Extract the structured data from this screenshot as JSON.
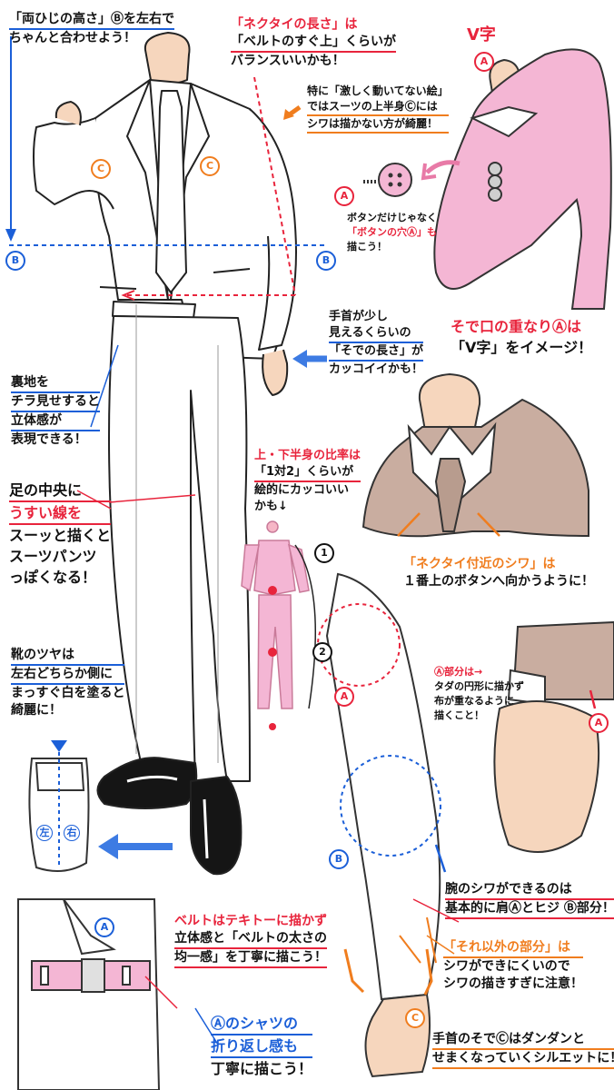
{
  "notes": {
    "elbow_height": {
      "l1": "「両ひじの高さ」Ⓑを左右で",
      "l2": "ちゃんと合わせよう！"
    },
    "tie_length": {
      "l1": "「ネクタイの長さ」は",
      "l2": "「ベルトのすぐ上」くらいが",
      "l3": "バランスいいかも！"
    },
    "v_shape_title": "V字",
    "calm_pose": {
      "l1": "特に「激しく動いてない絵」",
      "l2": "ではスーツの上半身Ⓒには",
      "l3": "シワは描かない方が綺麗！"
    },
    "button_hole": {
      "l1": "ボタンだけじゃなく",
      "l2": "「ボタンの穴Ⓐ」も",
      "l3": "描こう！"
    },
    "sleeve_length": {
      "l1": "手首が少し",
      "l2": "見えるくらいの",
      "l3": "「そでの長さ」が",
      "l4": "カッコイイかも！"
    },
    "cuff_overlap": {
      "l1": "そで口の重なりⒶは",
      "l2": "「V字」をイメージ！"
    },
    "lining": {
      "l1": "裏地を",
      "l2": "チラ見せすると",
      "l3": "立体感が",
      "l4": "表現できる！"
    },
    "ratio": {
      "l1": "上・下半身の比率は",
      "l2": "「1対2」くらいが",
      "l3": "絵的にカッコいい",
      "l4": "かも↓"
    },
    "pants_line": {
      "l1": "足の中央に",
      "l2": "うすい線を",
      "l3": "スーッと描くと",
      "l4": "スーツパンツ",
      "l5": "っぽくなる！"
    },
    "tie_wrinkle": {
      "l1": "「ネクタイ付近のシワ」は",
      "l2": "１番上のボタンへ向かうように！"
    },
    "shoe_shine": {
      "l1": "靴のツヤは",
      "l2": "左右どちらか側に",
      "l3": "まっすぐ白を塗ると",
      "l4": "綺麗に！"
    },
    "cuff_part": {
      "l1": "Ⓐ部分は→",
      "l2": "タダの円形に描かず",
      "l3": "布が重なるように",
      "l4": "描くこと！"
    },
    "arm_wrinkle": {
      "l1": "腕のシワができるのは",
      "l2": "基本的に肩Ⓐとヒジ Ⓑ部分！"
    },
    "other_parts": {
      "l1": "「それ以外の部分」は",
      "l2": "シワができにくいので",
      "l3": "シワの描きすぎに注意！"
    },
    "belt": {
      "l1": "ベルトはテキトーに描かず",
      "l2": "立体感と「ベルトの太さの",
      "l3": "均一感」を丁寧に描こう！"
    },
    "shirt_fold": {
      "l1": "Ⓐのシャツの",
      "l2": "折り返し感も",
      "l3": "丁寧に描こう！"
    },
    "sleeve_taper": {
      "l1": "手首のそでⒸはダンダンと",
      "l2": "せまくなっていくシルエットに！"
    }
  },
  "shoe_labels": {
    "left": "左",
    "right": "右"
  },
  "markers": {
    "A": "A",
    "B": "B",
    "C": "C",
    "one": "1",
    "two": "2"
  },
  "colors": {
    "red": "#e8243c",
    "blue": "#1b5fd8",
    "orange": "#f07d1e",
    "pink": "#f4b6d4",
    "tan": "#c9ada0",
    "skin": "#f6d6bd"
  }
}
